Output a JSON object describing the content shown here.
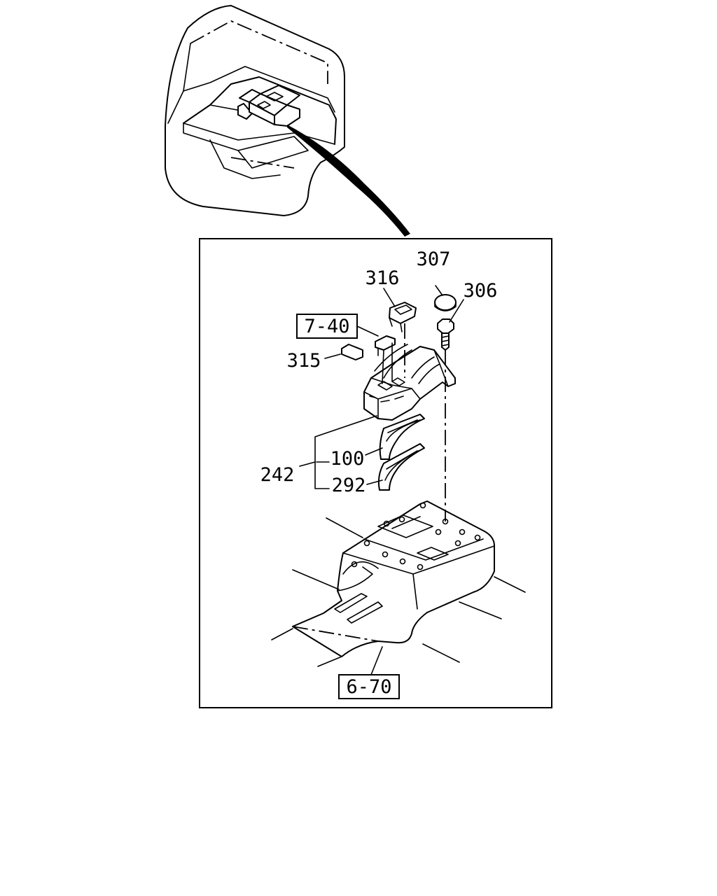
{
  "callouts": {
    "c307": "307",
    "c316": "316",
    "c306": "306",
    "c315": "315",
    "c100": "100",
    "c242": "242",
    "c292": "292"
  },
  "references": {
    "r740": "7-40",
    "r670": "6-70"
  }
}
